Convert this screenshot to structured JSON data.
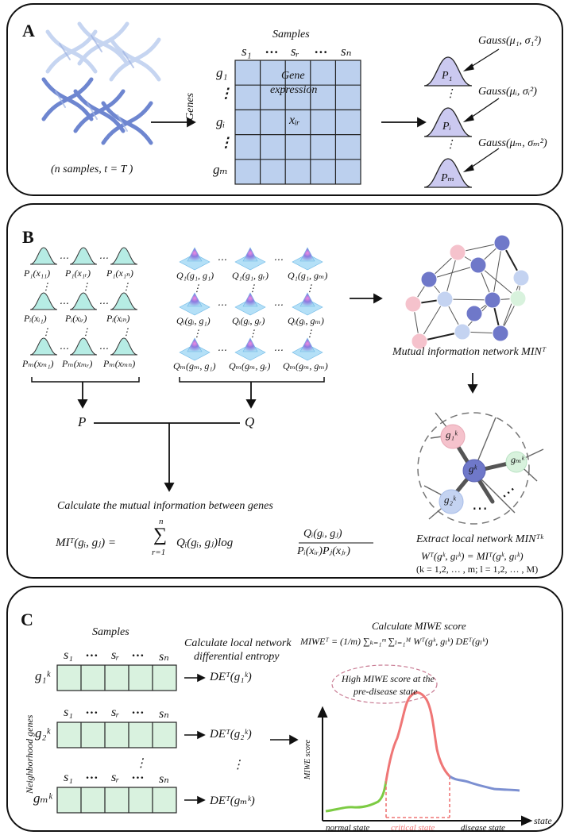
{
  "panels": [
    {
      "label": "A"
    },
    {
      "label": "B"
    },
    {
      "label": "C"
    }
  ],
  "panel_a": {
    "samples_title": "Samples",
    "genes_title": "Genes",
    "sample_headers": [
      "s₁",
      "…",
      "sᵣ",
      "…",
      "sₙ"
    ],
    "gene_labels": [
      "g₁",
      "⋮",
      "gᵢ",
      "⋮",
      "gₘ"
    ],
    "matrix_note_line1": "Gene",
    "matrix_note_line2": "expression",
    "matrix_cell": "xᵢᵣ",
    "caption": "(n samples, t = T )",
    "gauss": [
      {
        "label": "Gauss(μ₁, σ₁²)",
        "p": "P₁"
      },
      {
        "label": "Gauss(μᵢ, σᵢ²)",
        "p": "Pᵢ"
      },
      {
        "label": "Gauss(μₘ, σₘ²)",
        "p": "Pₘ"
      }
    ],
    "vdots": "⋮",
    "colors": {
      "matrix": "#bcd0ee",
      "curve": "#cbc9f0",
      "dna_dark": "#6e86d0",
      "dna_light": "#b8cbee"
    }
  },
  "panel_b": {
    "p_grid": [
      [
        "P₁(x₁₁)",
        "P₁(x₁ᵣ)",
        "P₁(x₁ₙ)"
      ],
      [
        "Pᵢ(xᵢ₁)",
        "Pᵢ(xᵢᵣ)",
        "Pᵢ(xᵢₙ)"
      ],
      [
        "Pₘ(xₘ₁)",
        "Pₘ(xₘᵣ)",
        "Pₘ(xₘₙ)"
      ]
    ],
    "q_grid": [
      [
        "Q₁(g₁, g₁)",
        "Q₁(g₁, gᵣ)",
        "Q₁(g₁, gₘ)"
      ],
      [
        "Qᵢ(gᵢ, g₁)",
        "Qᵢ(gᵢ, gᵣ)",
        "Qᵢ(gᵢ, gₘ)"
      ],
      [
        "Qₘ(gₘ, g₁)",
        "Qₘ(gₘ, gᵣ)",
        "Qₘ(gₘ, gₘ)"
      ]
    ],
    "hdots": "⋯",
    "vdots": "⋮",
    "p_symbol": "P",
    "q_symbol": "Q",
    "calc_text": "Calculate the mutual information between genes",
    "formula_lhs": "MIᵀ(gᵢ, gⱼ) =",
    "formula_sum_top": "n",
    "formula_sum_sym": "∑",
    "formula_sum_bot": "r=1",
    "formula_mid": "Qᵢ(gᵢ, gⱼ)log",
    "formula_num": "Qᵢ(gᵢ, gⱼ)",
    "formula_den": "Pᵢ(xᵢᵣ)Pⱼ(xⱼᵣ)",
    "network_caption": "Mutual information network MINᵀ",
    "local_caption": "Extract local network MINᵀᵏ",
    "weight_formula": "Wᵀ(gᵏ, gₗᵏ) = MIᵀ(gᵏ, gₗᵏ)",
    "index_formula": "(k = 1,2, … , m; l = 1,2, … , M)",
    "local_nodes": {
      "center": "gᵏ",
      "n1": "g₁ᵏ",
      "n2": "g₂ᵏ",
      "nM": "gₘᵏ"
    },
    "local_dots": "⋯",
    "colors": {
      "pink": "#f5c2cc",
      "blue": "#6f78c9",
      "light_blue": "#c4d3f1",
      "mint": "#d8f2dd"
    }
  },
  "panel_c": {
    "samples_title": "Samples",
    "neighborhood_title": "Neighborhood genes",
    "sample_headers": [
      "s₁",
      "…",
      "sᵣ",
      "…",
      "sₙ"
    ],
    "rows": [
      {
        "gene": "g₁ᵏ",
        "de": "DEᵀ(g₁ᵏ)"
      },
      {
        "gene": "g₂ᵏ",
        "de": "DEᵀ(g₂ᵏ)"
      },
      {
        "gene": "gₘᵏ",
        "de": "DEᵀ(gₘᵏ)"
      }
    ],
    "vdots": "⋮",
    "local_title_line1": "Calculate local network",
    "local_title_line2": "differential entropy",
    "miwe_title": "Calculate MIWE score",
    "miwe_formula": "MIWEᵀ = (1/m) ∑ₖ₌₁ᵐ ∑ₗ₌₁ᴹ Wᵀ(gᵏ, gₗᵏ) DEᵀ(gₗᵏ)",
    "bubble_line1": "High MIWE score at the",
    "bubble_line2": "pre-disease state",
    "y_axis_label": "MIWE score",
    "x_axis_label": "state",
    "state_labels": [
      "normal state",
      "critical state",
      "disease state"
    ],
    "colors": {
      "row": "#d9f2df",
      "normal": "#7ccb43",
      "critical": "#ef7676",
      "disease": "#7b8fd1",
      "bubble": "#c87a92"
    }
  }
}
